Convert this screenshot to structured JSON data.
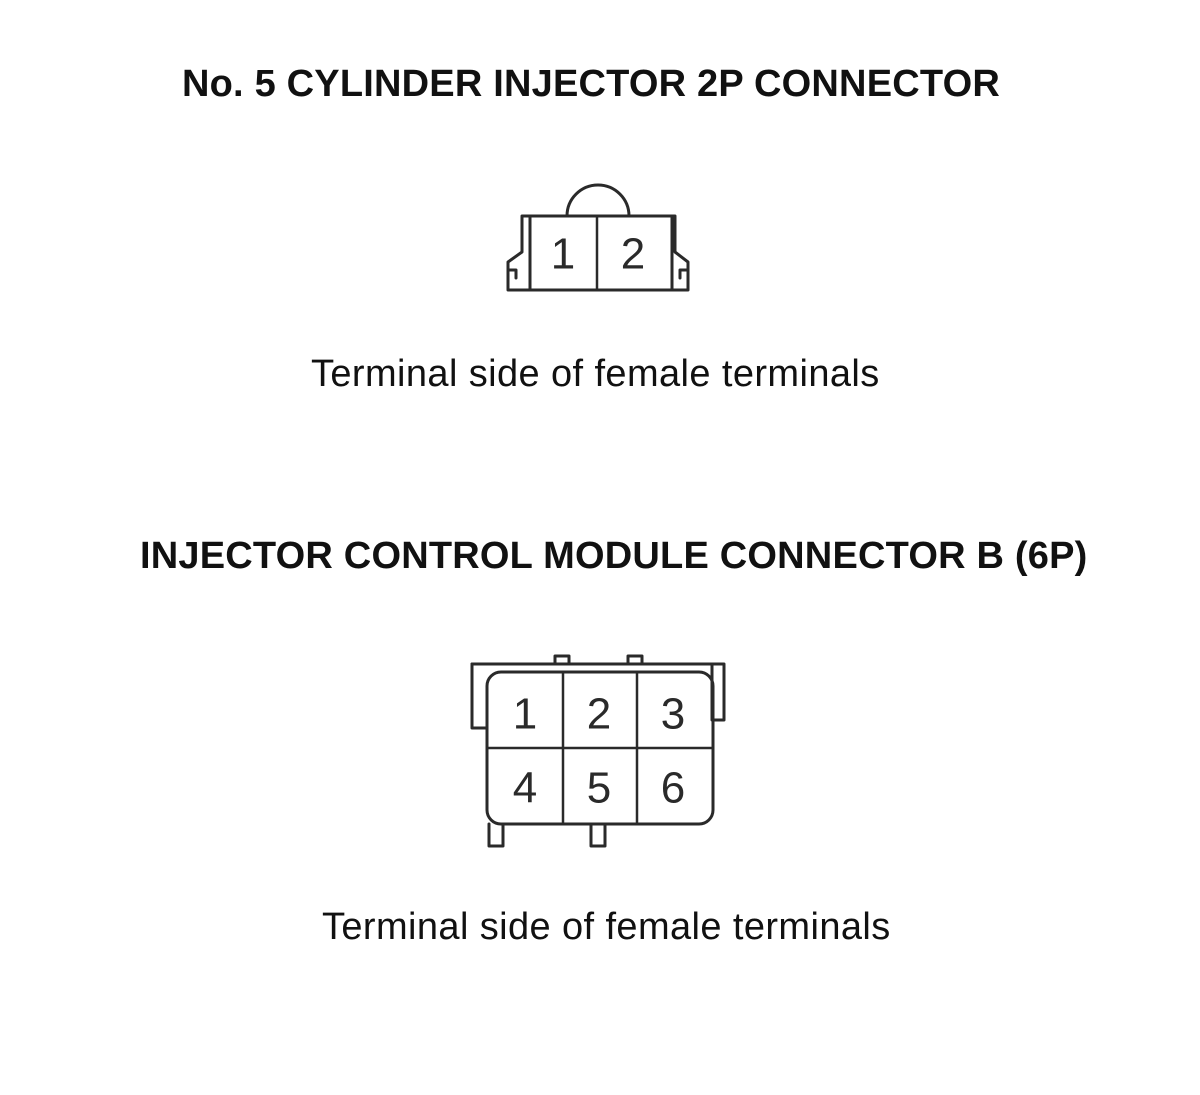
{
  "diagram": {
    "connector_2p": {
      "title": "No. 5 CYLINDER INJECTOR 2P CONNECTOR",
      "caption": "Terminal side of female terminals",
      "pins": [
        "1",
        "2"
      ]
    },
    "connector_6p": {
      "title": "INJECTOR CONTROL MODULE CONNECTOR B (6P)",
      "caption": "Terminal side of female terminals",
      "pins": [
        "1",
        "2",
        "3",
        "4",
        "5",
        "6"
      ]
    }
  }
}
